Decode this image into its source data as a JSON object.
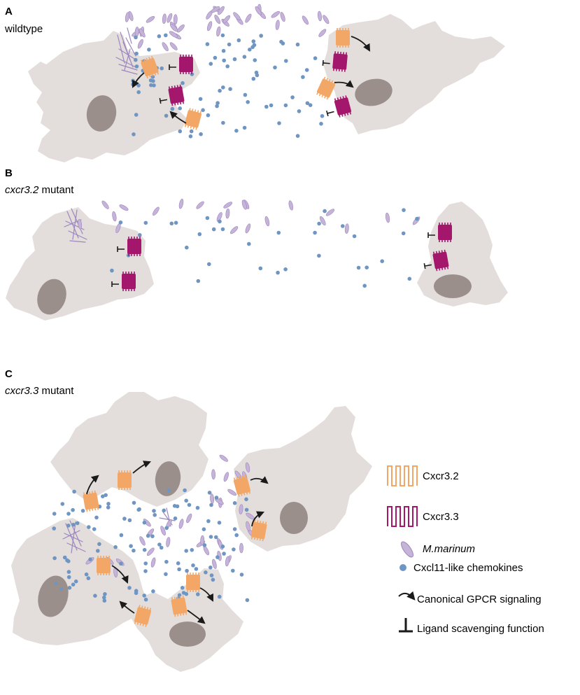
{
  "panels": [
    {
      "letter": "A",
      "gene": "",
      "suffix": "wildtype"
    },
    {
      "letter": "B",
      "gene": "cxcr3.2",
      "suffix": " mutant"
    },
    {
      "letter": "C",
      "gene": "cxcr3.3",
      "suffix": " mutant"
    }
  ],
  "legend": {
    "cxcr32": "Cxcr3.2",
    "cxcr33": "Cxcr3.3",
    "bacteria": "M.marinum",
    "chemokine": "Cxcl11-like chemokines",
    "signaling": "Canonical GPCR signaling",
    "scavenging": "Ligand scavenging function"
  },
  "colors": {
    "cell": "#e3dedb",
    "nucleus": "#9b8f8b",
    "cxcr32": "#f3a766",
    "cxcr33": "#a3176c",
    "bacteria": "#c5b3d8",
    "bacteria_edge": "#9d86bf",
    "chemokine": "#6f96c2",
    "arrow": "#1a1a1a"
  }
}
